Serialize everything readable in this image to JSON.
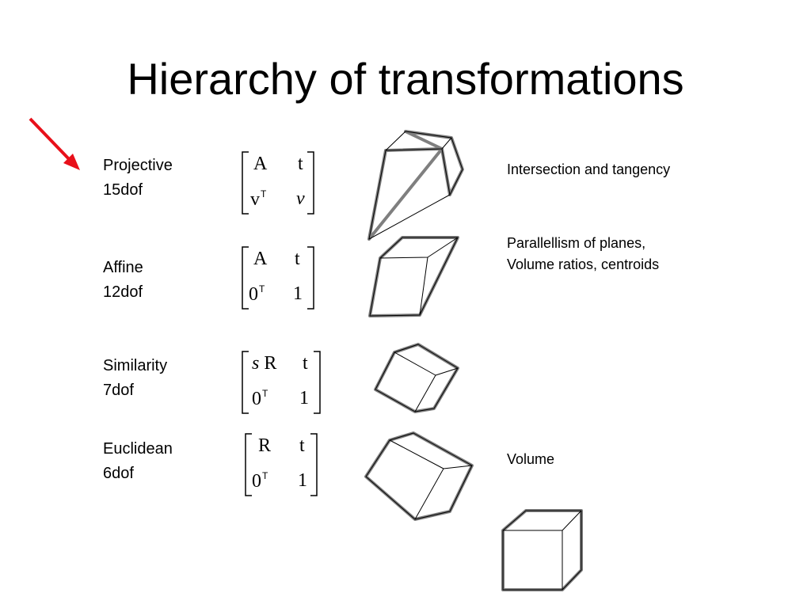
{
  "title": "Hierarchy of transformations",
  "rows": [
    {
      "name": "Projective",
      "dof": "15dof",
      "matrix": {
        "a": "A",
        "b": "t",
        "c": "v",
        "c_sup": "T",
        "d": "v"
      },
      "property": [
        "Intersection and tangency"
      ]
    },
    {
      "name": "Affine",
      "dof": "12dof",
      "matrix": {
        "a": "A",
        "b": "t",
        "c": "0",
        "c_sup": "T",
        "d": "1"
      },
      "property": [
        "Parallellism of planes,",
        "Volume ratios, centroids"
      ]
    },
    {
      "name": "Similarity",
      "dof": "7dof",
      "matrix": {
        "a_pre": "s",
        "a": "R",
        "b": "t",
        "c": "0",
        "c_sup": "T",
        "d": "1"
      },
      "property": []
    },
    {
      "name": "Euclidean",
      "dof": "6dof",
      "matrix": {
        "a": "R",
        "b": "t",
        "c": "0",
        "c_sup": "T",
        "d": "1"
      },
      "property": [
        "Volume"
      ]
    }
  ],
  "colors": {
    "arrow": "#e8101a",
    "shape_stroke": "#7f7f7f",
    "shape_stroke_inner": "#000000"
  },
  "icons": {
    "pointer": "red-arrow-icon"
  }
}
